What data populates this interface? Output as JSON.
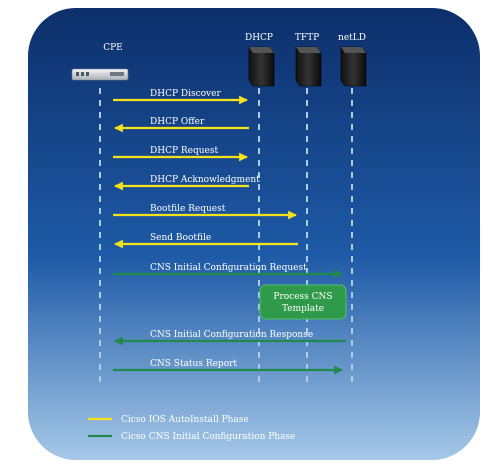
{
  "actors": [
    {
      "id": "cpe",
      "label": "CPE"
    },
    {
      "id": "dhcp",
      "label": "DHCP"
    },
    {
      "id": "tftp",
      "label": "TFTP"
    },
    {
      "id": "netl",
      "label": "netLD"
    }
  ],
  "messages": [
    {
      "label": "DHCP Discover",
      "from": "cpe",
      "to": "dhcp",
      "phase": "autoinstall"
    },
    {
      "label": "DHCP Offer",
      "from": "dhcp",
      "to": "cpe",
      "phase": "autoinstall"
    },
    {
      "label": "DHCP Request",
      "from": "cpe",
      "to": "dhcp",
      "phase": "autoinstall"
    },
    {
      "label": "DHCP Acknowledgment",
      "from": "dhcp",
      "to": "cpe",
      "phase": "autoinstall"
    },
    {
      "label": "Bootfile Request",
      "from": "cpe",
      "to": "tftp",
      "phase": "autoinstall"
    },
    {
      "label": "Send Bootfile",
      "from": "tftp",
      "to": "cpe",
      "phase": "autoinstall"
    },
    {
      "label": "CNS Initial Configuration Request",
      "from": "cpe",
      "to": "netl",
      "phase": "cns"
    },
    {
      "label": "CNS Initial Configuration Response",
      "from": "netl",
      "to": "cpe",
      "phase": "cns"
    },
    {
      "label": "CNS Status Report",
      "from": "cpe",
      "to": "netl",
      "phase": "cns"
    }
  ],
  "process_box": {
    "line1": "Process CNS",
    "line2": "Template"
  },
  "legend": [
    {
      "label": "Cicso IOS AutoInstall Phase",
      "phase": "autoinstall"
    },
    {
      "label": "Cicso CNS Initial Configuration Phase",
      "phase": "cns"
    }
  ],
  "colors": {
    "autoinstall": "#f5e21b",
    "cns": "#1f8a4c",
    "panel_top": "#0d2f6b",
    "panel_bottom": "#9fc4e6",
    "process_box": "#2f9a4a"
  }
}
